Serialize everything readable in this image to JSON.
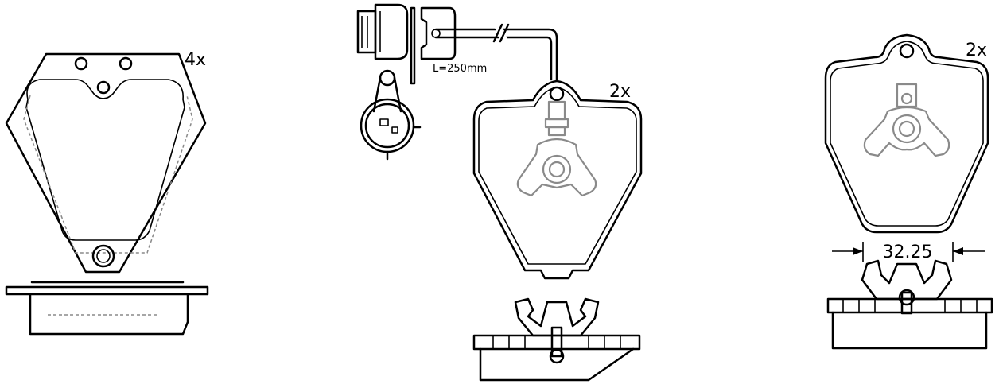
{
  "labels": {
    "qty_left": "4x",
    "qty_center": "2x",
    "qty_right": "2x",
    "cable_length": "L=250mm",
    "width_dimension": "32.25"
  }
}
